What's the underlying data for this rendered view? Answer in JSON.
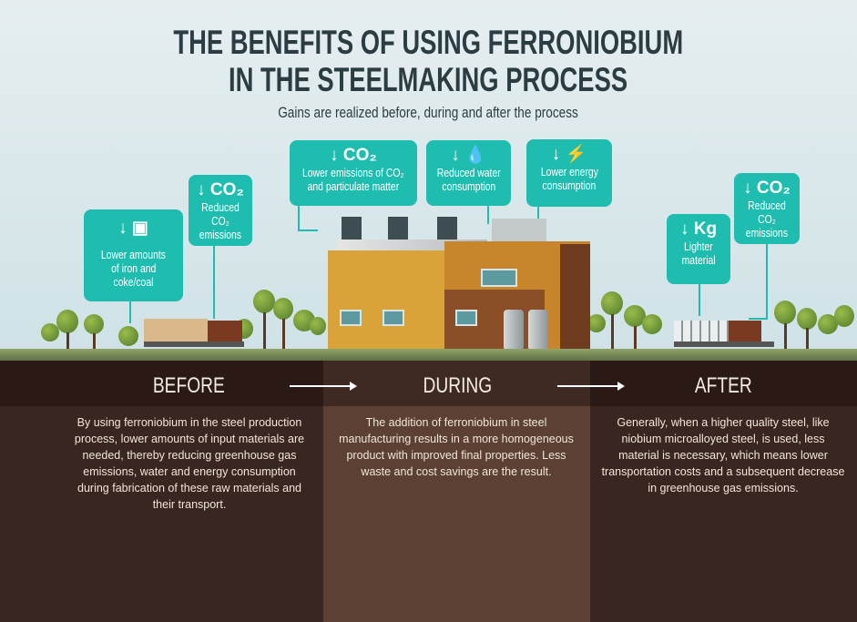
{
  "title_line1": "THE BENEFITS OF USING FERRONIOBIUM",
  "title_line2": "IN THE STEELMAKING PROCESS",
  "subtitle": "Gains are realized before, during and after the process",
  "callouts": [
    {
      "icon": "↓ ▣",
      "text1": "Lower amounts",
      "text2": "of iron and",
      "text3": "coke/coal"
    },
    {
      "icon": "↓ CO₂",
      "text1": "Reduced CO₂",
      "text2": "emissions"
    },
    {
      "icon": "↓ CO₂",
      "text1": "Lower emissions of CO₂",
      "text2": "and particulate matter"
    },
    {
      "icon": "↓ 💧",
      "text1": "Reduced water",
      "text2": "consumption"
    },
    {
      "icon": "↓ ⚡",
      "text1": "Lower energy",
      "text2": "consumption"
    },
    {
      "icon": "↓ Kg",
      "text1": "Lighter",
      "text2": "material"
    },
    {
      "icon": "↓ CO₂",
      "text1": "Reduced CO₂",
      "text2": "emissions"
    }
  ],
  "stages": [
    {
      "label": "BEFORE",
      "text": "By using ferroniobium in the steel production process, lower amounts of input materials are needed, thereby reducing greenhouse gas emissions, water and energy consumption during fabrication of these raw materials and their transport."
    },
    {
      "label": "DURING",
      "text": "The addition of ferroniobium in steel manufacturing results in a more homogeneous product with improved final properties. Less waste and cost savings are the result."
    },
    {
      "label": "AFTER",
      "text": "Generally, when a higher quality steel, like niobium microalloyed steel, is used, less material is necessary, which means lower transportation costs and a subsequent decrease in greenhouse gas emissions."
    }
  ],
  "colors": {
    "accent": "#1fbcb0",
    "title": "#2b3c43",
    "ground": "#2a1914"
  }
}
